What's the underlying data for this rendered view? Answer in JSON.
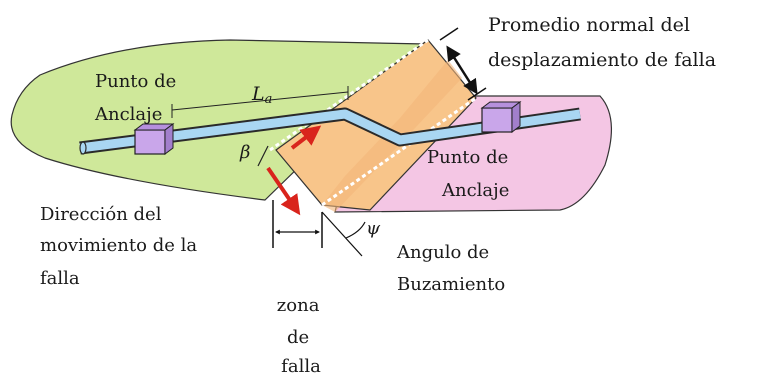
{
  "labels": {
    "displacement_line1": "Promedio normal del",
    "displacement_line2": "desplazamiento de falla",
    "anchor_left_line1": "Punto de",
    "anchor_left_line2": "Anclaje",
    "anchor_right_line1": "Punto de",
    "anchor_right_line2": "Anclaje",
    "direction_line1": "Dirección del",
    "direction_line2": "movimiento de la",
    "direction_line3": "falla",
    "dip_line1": "Angulo de",
    "dip_line2": "Buzamiento",
    "zone_line1": "zona",
    "zone_line2": "de",
    "zone_line3": "falla"
  },
  "symbols": {
    "length_main": "L",
    "length_sub": "a",
    "beta": "β",
    "psi": "ψ"
  },
  "colors": {
    "left_block": "#cfe89a",
    "right_block": "#f4c6e4",
    "fault_zone": "#f8c58a",
    "pipe": "#a9d6f2",
    "anchor": "#c9a6ea",
    "arrow": "#d9241c",
    "outline": "#222222"
  }
}
